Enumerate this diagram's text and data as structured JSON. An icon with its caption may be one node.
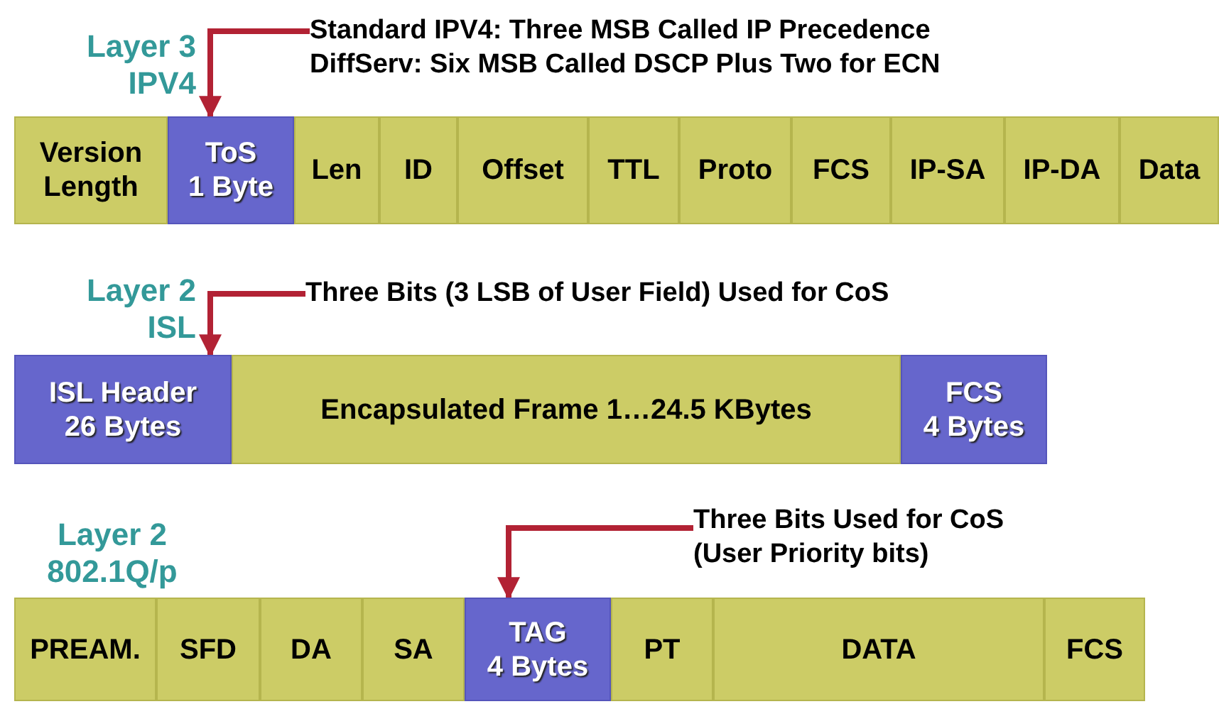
{
  "diagram": {
    "nodes": [
      {
        "text": [
          "Standard IPV4: Three MSB Called IP Precedence",
          "DiffServ: Six MSB Called DSCP Plus Two for ECN"
        ]
      },
      {
        "text": [
          "Version Length"
        ]
      },
      {
        "text": [
          "ToS",
          "1 Byte"
        ]
      },
      {
        "text": [
          "Len"
        ]
      },
      {
        "text": [
          "ID"
        ]
      },
      {
        "text": [
          "Offset"
        ]
      },
      {
        "text": [
          "TTL"
        ]
      },
      {
        "text": [
          "Proto"
        ]
      },
      {
        "text": [
          "FCS"
        ]
      },
      {
        "text": [
          "IP-SA"
        ]
      },
      {
        "text": [
          "IP-DA"
        ]
      },
      {
        "text": [
          "Data"
        ]
      },
      {
        "text": [
          "Three Bits (3 LSB of User Field) Used for CoS"
        ]
      },
      {
        "text": [
          "ISL Header",
          "26 Bytes"
        ]
      },
      {
        "text": [
          "Encapsulated Frame 1…24.5 KBytes"
        ]
      },
      {
        "text": [
          "FCS",
          "4 Bytes"
        ]
      },
      {
        "text": [
          "Three Bits Used for CoS",
          "(User Priority bits)"
        ]
      },
      {
        "text": [
          "PREAM."
        ]
      },
      {
        "text": [
          "SFD"
        ]
      },
      {
        "text": [
          "DA"
        ]
      },
      {
        "text": [
          "SA"
        ]
      },
      {
        "text": [
          "TAG",
          "4 Bytes"
        ]
      },
      {
        "text": [
          "PT"
        ]
      },
      {
        "text": [
          "DATA"
        ]
      },
      {
        "text": [
          "FCS"
        ]
      }
    ],
    "edges": [
      {
        "from": 0,
        "to": 2,
        "arrow": "to"
      },
      {
        "from": 12,
        "to": 13,
        "arrow": "to"
      },
      {
        "from": 16,
        "to": 21,
        "arrow": "to"
      }
    ],
    "labels": [
      "Layer 3 IPV4",
      "Layer 2 ISL",
      "Layer 2 802.1Q/p"
    ]
  }
}
